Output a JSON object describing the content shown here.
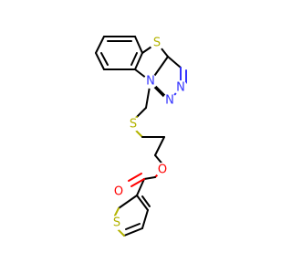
{
  "molecule": {
    "colors": {
      "carbon_bond": "#000000",
      "nitrogen": "#3333ff",
      "sulfur": "#b3b300",
      "oxygen": "#ff0000"
    },
    "atom_labels": {
      "s_thiazole": "S",
      "n_bridge": "N",
      "n_triazole_1": "N",
      "n_triazole_2": "N",
      "s_thioether": "S",
      "o_ester": "O",
      "o_carbonyl": "O",
      "s_thiophene": "S"
    }
  }
}
